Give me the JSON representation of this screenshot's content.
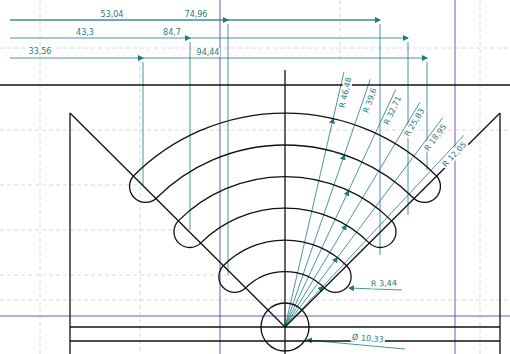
{
  "diagram": {
    "labels": [
      "53,04",
      "74,96",
      "43,3",
      "84,7",
      "33,56",
      "94,44",
      "R 46,48",
      "R 39,6",
      "R 32,71",
      "R 25,83",
      "R 18,95",
      "R 12,05",
      "R 3,44",
      "Ø 10,33"
    ]
  }
}
